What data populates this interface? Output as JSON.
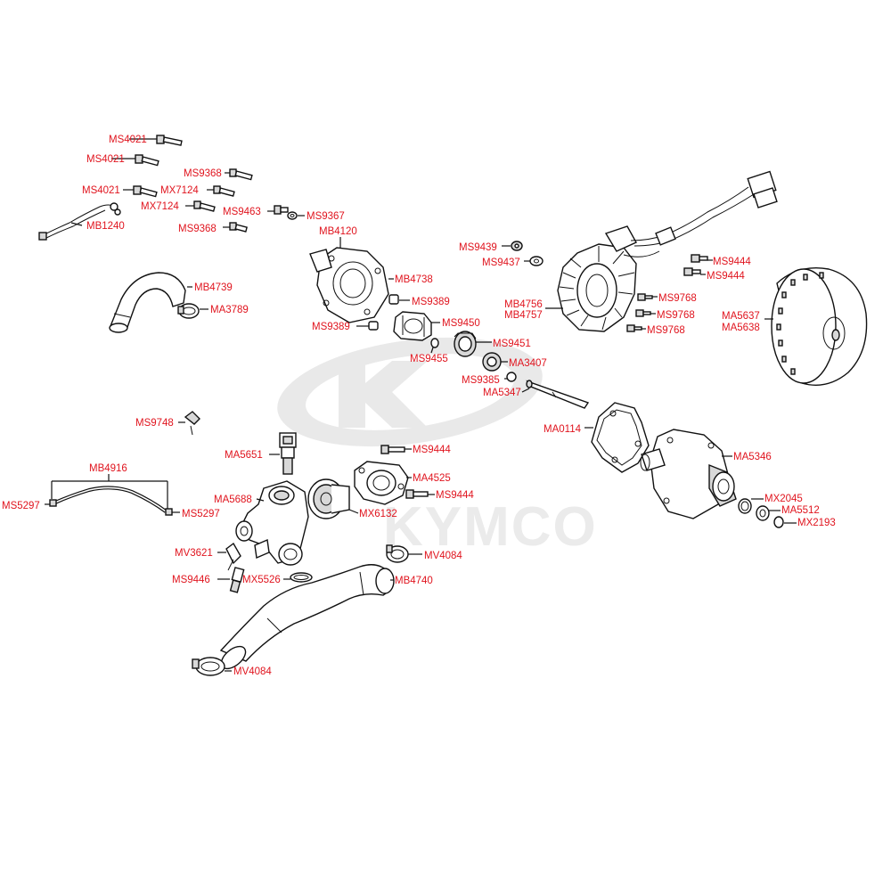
{
  "brand": {
    "watermark": "KYMCO",
    "label_color": "#e0141e"
  },
  "labels": {
    "ms4021_a": "MS4021",
    "ms4021_b": "MS4021",
    "ms4021_c": "MS4021",
    "mb1240": "MB1240",
    "ms9368_a": "MS9368",
    "mx7124_a": "MX7124",
    "mx7124_b": "MX7124",
    "ms9368_b": "MS9368",
    "ms9463": "MS9463",
    "ms9367": "MS9367",
    "mb4120": "MB4120",
    "mb4738": "MB4738",
    "mb4739": "MB4739",
    "ma3789": "MA3789",
    "ms9389_a": "MS9389",
    "ms9389_b": "MS9389",
    "ms9450": "MS9450",
    "ms9455": "MS9455",
    "ms9451": "MS9451",
    "ma3407": "MA3407",
    "ms9385": "MS9385",
    "ma5347": "MA5347",
    "ms9439": "MS9439",
    "ms9437": "MS9437",
    "ms9444_a": "MS9444",
    "ms9444_b": "MS9444",
    "ms9768_a": "MS9768",
    "ms9768_b": "MS9768",
    "ms9768_c": "MS9768",
    "mb4756": "MB4756",
    "mb4757": "MB4757",
    "ma5637": "MA5637",
    "ma5638": "MA5638",
    "ma0114": "MA0114",
    "ma5346": "MA5346",
    "mx2045": "MX2045",
    "ma5512": "MA5512",
    "mx2193": "MX2193",
    "ms9748": "MS9748",
    "ma5651": "MA5651",
    "ms9444_c": "MS9444",
    "ma4525": "MA4525",
    "ms9444_d": "MS9444",
    "mx6132": "MX6132",
    "mb4916": "MB4916",
    "ms5297_a": "MS5297",
    "ms5297_b": "MS5297",
    "ma5688": "MA5688",
    "mv3621": "MV3621",
    "ms9446": "MS9446",
    "mx5526": "MX5526",
    "mv4084_a": "MV4084",
    "mb4740": "MB4740",
    "mv4084_b": "MV4084"
  }
}
